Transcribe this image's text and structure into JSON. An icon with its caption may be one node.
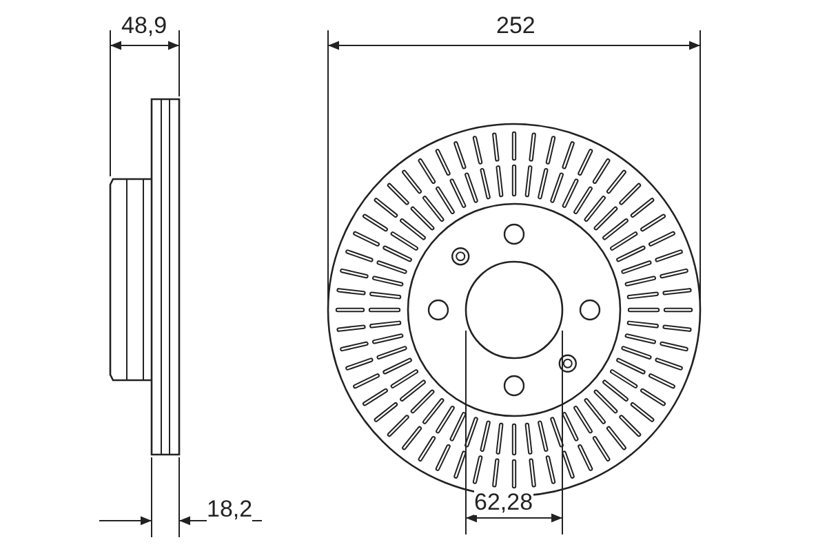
{
  "diagram": {
    "labels": [
      "48,9",
      "252",
      "18,2",
      "62,28"
    ]
  }
}
